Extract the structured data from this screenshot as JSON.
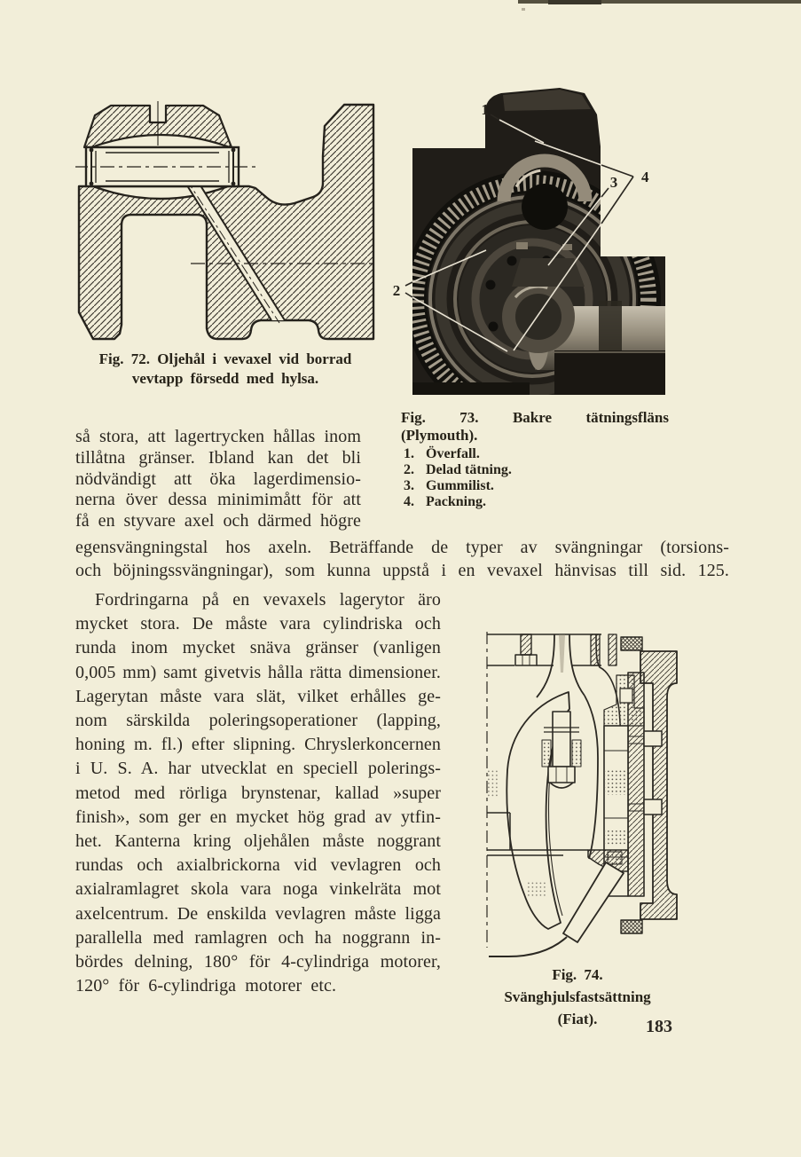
{
  "page": {
    "number": "183"
  },
  "colors": {
    "paper": "#f2eed9",
    "ink": "#2b2721",
    "photo_dark": "#201d18"
  },
  "fig72": {
    "caption_line1": "Fig. 72. Oljehål i vevaxel vid borrad",
    "caption_line2": "vevtapp försedd med hylsa."
  },
  "fig73": {
    "caption": "Fig. 73. Bakre tätningsfläns (Plymouth).",
    "callouts": {
      "c1": "1",
      "c2": "2",
      "c3": "3",
      "c4": "4"
    },
    "legend": [
      {
        "n": "1.",
        "t": "Överfall."
      },
      {
        "n": "2.",
        "t": "Delad tätning."
      },
      {
        "n": "3.",
        "t": "Gummilist."
      },
      {
        "n": "4.",
        "t": "Packning."
      }
    ]
  },
  "fig74": {
    "caption_line1": "Fig. 74. Svänghjulsfastsättning",
    "caption_line2": "(Fiat)."
  },
  "body": {
    "para1_lines": [
      "så stora, att lagertrycken hållas inom",
      "tillåtna gränser. Ibland kan det bli",
      "nödvändigt att öka lagerdimensio-",
      "nerna över dessa minimimått för att",
      "få en styvare axel och därmed högre"
    ],
    "wide_lines": [
      "egensvängningstal hos axeln. Beträffande de typer av svängningar (torsions-",
      "och böjningssvängningar), som kunna uppstå i en vevaxel hänvisas till sid. 125."
    ],
    "para2_lines": [
      "Fordringarna på en vevaxels lagerytor äro",
      "mycket stora. De måste vara cylindriska och",
      "runda inom mycket snäva gränser (vanligen",
      "0,005 mm) samt givetvis hålla rätta dimensioner.",
      "Lagerytan måste vara slät, vilket erhålles ge-",
      "nom särskilda poleringsoperationer (lapping,",
      "honing m. fl.) efter slipning. Chryslerkoncernen",
      "i U. S. A. har utvecklat en speciell polerings-",
      "metod med rörliga brynstenar, kallad »super",
      "finish», som ger en mycket hög grad av ytfin-",
      "het. Kanterna kring oljehålen måste noggrant",
      "rundas och axialbrickorna vid vevlagren och",
      "axialramlagret skola vara noga vinkelräta mot",
      "axelcentrum. De enskilda vevlagren måste ligga",
      "parallella med ramlagren och ha noggrann in-",
      "bördes delning, 180° för 4-cylindriga motorer,",
      "120° för 6-cylindriga motorer etc."
    ]
  }
}
